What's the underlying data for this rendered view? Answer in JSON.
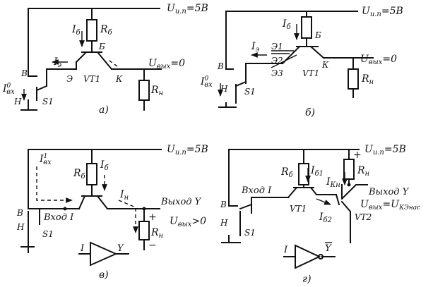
{
  "labels": {
    "supply_a": "U",
    "supply_a_sub": "и.п",
    "supply_a_val": "=5В",
    "supply_b": "U",
    "supply_b_sub": "и.п",
    "supply_b_val": "=5В",
    "supply_c": "U",
    "supply_c_sub": "и.п",
    "supply_c_val": "=5В",
    "supply_d": "U",
    "supply_d_sub": "и.п",
    "supply_d_val": "=5В",
    "Ib_a": "I",
    "Ib_a_sub": "б",
    "Rb_a": "R",
    "Rb_a_sub": "б",
    "base_a": "Б",
    "Ie_a": "I",
    "Ie_a_sub": "э",
    "emitter_a": "Э",
    "vt1_a": "VT1",
    "collector_a": "К",
    "uout_a": "U",
    "uout_a_sub": "вых",
    "uout_a_val": "=0",
    "B_a": "В",
    "Iin_a": "I",
    "Iin_a_sup": "0",
    "Iin_a_sub": "вх",
    "H_a": "Н",
    "S1_a": "S1",
    "Rn_a": "R",
    "Rn_a_sub": "н",
    "cap_a": "а)",
    "Ib_b": "I",
    "Ib_b_sub": "б",
    "base_b": "Б",
    "Ie_b": "I",
    "Ie_b_sub": "э",
    "e1_b": "Э1",
    "e2_b": "Э2",
    "e3_b": "Э3",
    "vt1_b": "VT1",
    "collector_b": "К",
    "uout_b": "U",
    "uout_b_sub": "вых",
    "uout_b_val": "=0",
    "B_b": "В",
    "Iin_b": "I",
    "Iin_b_sup": "0",
    "Iin_b_sub": "вх",
    "H_b": "Н",
    "S1_b": "S1",
    "Rn_b": "R",
    "Rn_b_sub": "н",
    "cap_b": "б)",
    "Iin_c": "I",
    "Iin_c_sup": "1",
    "Iin_c_sub": "вх",
    "Rb_c": "R",
    "Rb_c_sub": "б",
    "Ib_c": "I",
    "Ib_c_sub": "б",
    "In_c": "I",
    "In_c_sub": "н",
    "out_c": "Выход Y",
    "B_c": "В",
    "in_c": "Вход I",
    "uout_c": "U",
    "uout_c_sub": "вых",
    "uout_c_val": ">0",
    "H_c": "Н",
    "S1_c": "S1",
    "Rn_c": "R",
    "Rn_c_sub": "н",
    "plus_c": "+",
    "minus_c": "−",
    "sym_in_c": "I",
    "sym_out_c": "Y",
    "cap_c": "в)",
    "Rb_d": "R",
    "Rb_d_sub": "б",
    "Ib1_d": "I",
    "Ib1_d_sub": "б1",
    "Rn_d": "R",
    "Rn_d_sub": "н",
    "plus_d": "+",
    "in_d": "Вход I",
    "Ikn_d": "I",
    "Ikn_d_sub": "Кн",
    "out_d": "Выход Y",
    "B_d": "В",
    "vt1_d": "VT1",
    "uout_d": "U",
    "uout_d_sub": "вых",
    "uout_d_val": "=U",
    "uout_d_val_sub": "КЭнас",
    "Ib2_d": "I",
    "Ib2_d_sub": "б2",
    "vt2_d": "VT2",
    "H_d": "Н",
    "S1_d": "S1",
    "sym_in_d": "I",
    "sym_out_d": "Y",
    "cap_d": "г)"
  }
}
